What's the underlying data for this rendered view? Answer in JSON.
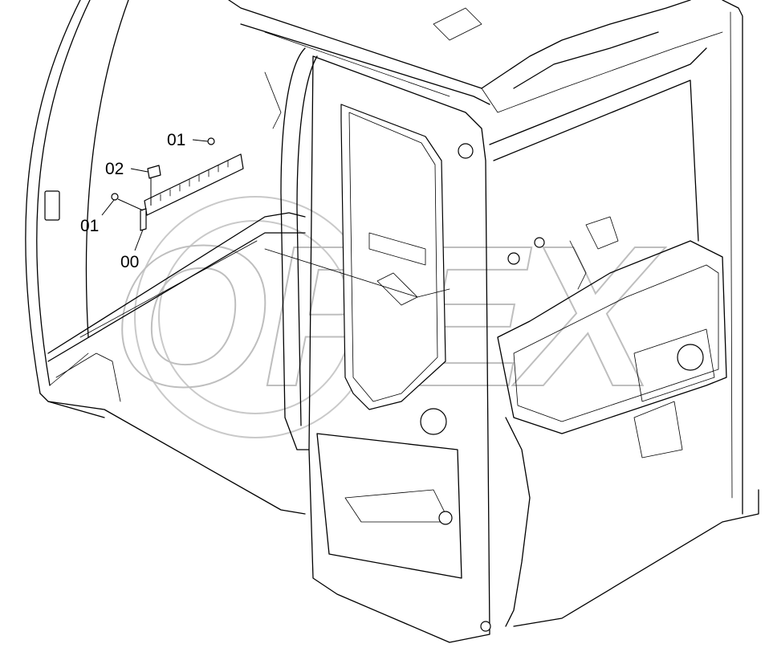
{
  "watermark": "OPEX",
  "callouts": [
    {
      "id": "01a",
      "label": "01"
    },
    {
      "id": "02",
      "label": "02"
    },
    {
      "id": "01b",
      "label": "01"
    },
    {
      "id": "00",
      "label": "00"
    }
  ]
}
